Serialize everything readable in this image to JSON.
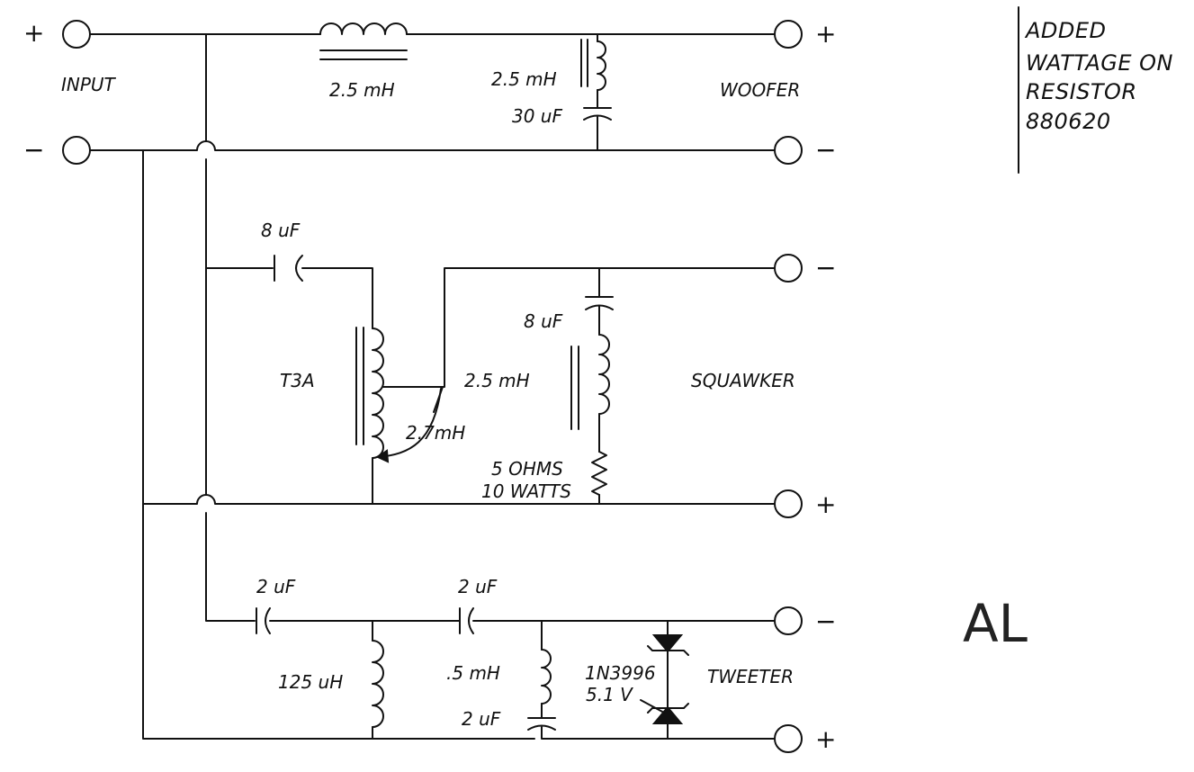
{
  "labels": {
    "input": "INPUT",
    "woofer": "WOOFER",
    "squawker": "SQUAWKER",
    "tweeter": "TWEETER",
    "l1": "2.5 mH",
    "l2": "2.5 mH",
    "c_woofer": "30 uF",
    "c_squawker_in": "8 uF",
    "transformer": "T3A",
    "l_squawker": "2.5 mH",
    "c_squawker": "8 uF",
    "tap": "2.7mH",
    "resistor_ohms": "5 OHMS",
    "resistor_watts": "10 WATTS",
    "c_tweeter1": "2 uF",
    "c_tweeter2": "2 uF",
    "l_tweeter": "125 uH",
    "l_tweeter2": ".5 mH",
    "c_tweeter3": "2 uF",
    "diode_part": "1N3996",
    "diode_voltage": "5.1 V"
  },
  "signs": {
    "input_plus": "+",
    "input_minus": "−",
    "woofer_plus": "+",
    "woofer_minus": "−",
    "squawker_minus": "−",
    "squawker_plus": "+",
    "tweeter_minus": "−",
    "tweeter_plus": "+"
  },
  "note": {
    "line1": "ADDED",
    "line2": "WATTAGE ON",
    "line3": "RESISTOR",
    "line4": "880620"
  },
  "initials": "AL"
}
